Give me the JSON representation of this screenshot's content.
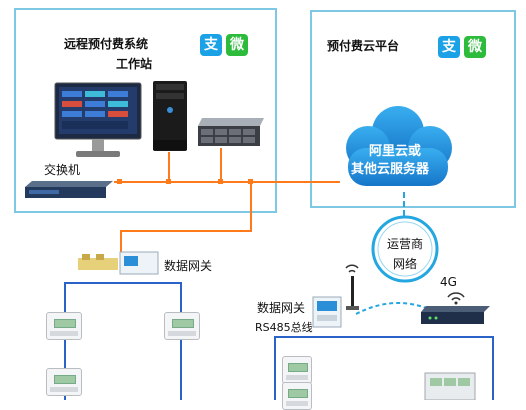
{
  "workstation": {
    "title_line1": "远程预付费系统",
    "title_line2": "工作站",
    "pay_alipay": "支",
    "pay_wechat": "微"
  },
  "cloud_platform": {
    "title": "预付费云平台",
    "pay_alipay": "支",
    "pay_wechat": "微"
  },
  "cloud": {
    "line1": "阿里云或",
    "line2": "其他云服务器"
  },
  "switch": {
    "label": "交换机"
  },
  "carrier": {
    "line1": "运营商",
    "line2": "网络"
  },
  "gateway_left": {
    "label": "数据网关"
  },
  "gateway_right": {
    "label": "数据网关",
    "bus_label": "RS485总线"
  },
  "router": {
    "label": "4G"
  },
  "colors": {
    "panel_border": "#7ec8e3",
    "ethernet": "#ff7a1a",
    "bus": "#2a62c9",
    "cloud": "#1b8fd6"
  }
}
